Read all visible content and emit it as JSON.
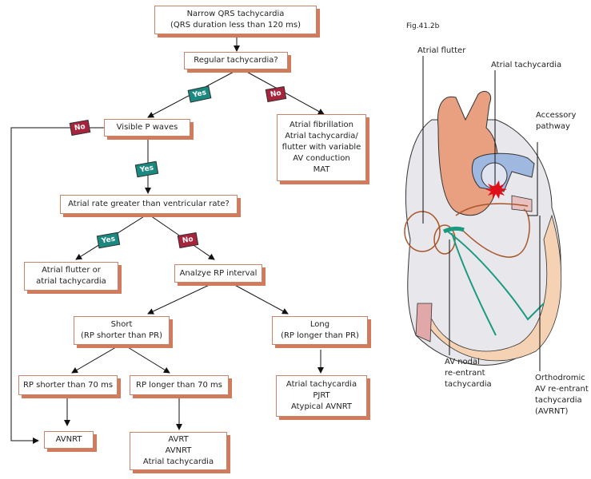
{
  "flowchart": {
    "start": [
      "Narrow QRS tachycardia",
      "(QRS duration less than 120 ms)"
    ],
    "q_regular": "Regular tachycardia?",
    "q_pwaves": "Visible P waves",
    "irregular_result": [
      "Atrial fibrillation",
      "Atrial tachycardia/",
      "flutter with variable",
      "AV conduction",
      "MAT"
    ],
    "q_atrial_rate": "Atrial rate greater than ventricular rate?",
    "atrial_yes_result": [
      "Atrial flutter or",
      "atrial tachycardia"
    ],
    "analyze_rp": "Analzye RP interval",
    "short_rp": [
      "Short",
      "(RP shorter than PR)"
    ],
    "long_rp": [
      "Long",
      "(RP longer than PR)"
    ],
    "rp_short_70": "RP shorter than 70 ms",
    "rp_long_70": "RP longer than 70 ms",
    "long_result": [
      "Atrial tachycardia",
      "PJRT",
      "Atypical AVNRT"
    ],
    "avnrt_result": "AVNRT",
    "rp_long_result": [
      "AVRT",
      "AVNRT",
      "Atrial tachycardia"
    ],
    "yes": "Yes",
    "no": "No"
  },
  "figure": {
    "caption": "Fig.41.2b",
    "labels": {
      "atrial_flutter": "Atrial flutter",
      "atrial_tachycardia": "Atrial tachycardia",
      "accessory_pathway": [
        "Accessory",
        "pathway"
      ],
      "av_nodal": [
        "AV nodal",
        "re-entrant",
        "tachycardia"
      ],
      "orthodromic": [
        "Orthodromic",
        "AV re-entrant",
        "tachycardia",
        "(AVRNT)"
      ]
    }
  },
  "colors": {
    "yes_tag": "#1a8a80",
    "no_tag": "#a8243c",
    "box_shadow": "#d27a5c",
    "heart_orange": "#e8a080",
    "heart_blue": "#9fb8e0",
    "conduction_green": "#1a9a80",
    "circuit_brown": "#a8552a"
  }
}
